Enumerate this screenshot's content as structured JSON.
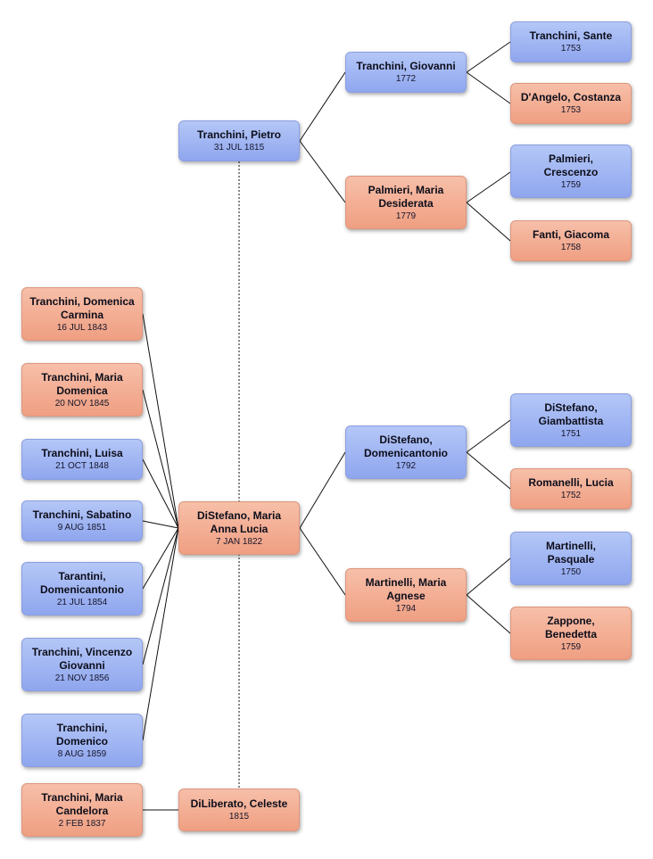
{
  "colors": {
    "male": "#9db3f2",
    "female": "#f2ab91",
    "line": "#111111"
  },
  "people": {
    "pietro": {
      "name": "Tranchini, Pietro",
      "date": "31 JUL 1815",
      "sex": "male"
    },
    "giovanni": {
      "name": "Tranchini, Giovanni",
      "date": "1772",
      "sex": "male"
    },
    "palmieri_md": {
      "name": "Palmieri, Maria Desiderata",
      "date": "1779",
      "sex": "female"
    },
    "sante": {
      "name": "Tranchini, Sante",
      "date": "1753",
      "sex": "male"
    },
    "costanza": {
      "name": "D'Angelo, Costanza",
      "date": "1753",
      "sex": "female"
    },
    "crescenzo": {
      "name": "Palmieri, Crescenzo",
      "date": "1759",
      "sex": "male"
    },
    "giacoma": {
      "name": "Fanti, Giacoma",
      "date": "1758",
      "sex": "female"
    },
    "maria_al": {
      "name": "DiStefano, Maria Anna Lucia",
      "date": "7 JAN 1822",
      "sex": "female"
    },
    "domenicantonio_d": {
      "name": "DiStefano, Domenicantonio",
      "date": "1792",
      "sex": "male"
    },
    "martinelli_ma": {
      "name": "Martinelli, Maria Agnese",
      "date": "1794",
      "sex": "female"
    },
    "giambattista": {
      "name": "DiStefano, Giambattista",
      "date": "1751",
      "sex": "male"
    },
    "lucia": {
      "name": "Romanelli, Lucia",
      "date": "1752",
      "sex": "female"
    },
    "pasquale": {
      "name": "Martinelli, Pasquale",
      "date": "1750",
      "sex": "male"
    },
    "benedetta": {
      "name": "Zappone, Benedetta",
      "date": "1759",
      "sex": "female"
    },
    "celeste": {
      "name": "DiLiberato, Celeste",
      "date": "1815",
      "sex": "female"
    },
    "domenica_c": {
      "name": "Tranchini, Domenica Carmina",
      "date": "16 JUL 1843",
      "sex": "female"
    },
    "maria_d": {
      "name": "Tranchini, Maria Domenica",
      "date": "20 NOV 1845",
      "sex": "female"
    },
    "luisa": {
      "name": "Tranchini, Luisa",
      "date": "21 OCT 1848",
      "sex": "male"
    },
    "sabatino": {
      "name": "Tranchini, Sabatino",
      "date": "9 AUG 1851",
      "sex": "male"
    },
    "tarantini": {
      "name": "Tarantini, Domenicantonio",
      "date": "21 JUL 1854",
      "sex": "male"
    },
    "vincenzo": {
      "name": "Tranchini, Vincenzo Giovanni",
      "date": "21 NOV 1856",
      "sex": "male"
    },
    "domenico": {
      "name": "Tranchini, Domenico",
      "date": "8 AUG 1859",
      "sex": "male"
    },
    "candelora": {
      "name": "Tranchini, Maria Candelora",
      "date": "2 FEB 1837",
      "sex": "female"
    }
  }
}
